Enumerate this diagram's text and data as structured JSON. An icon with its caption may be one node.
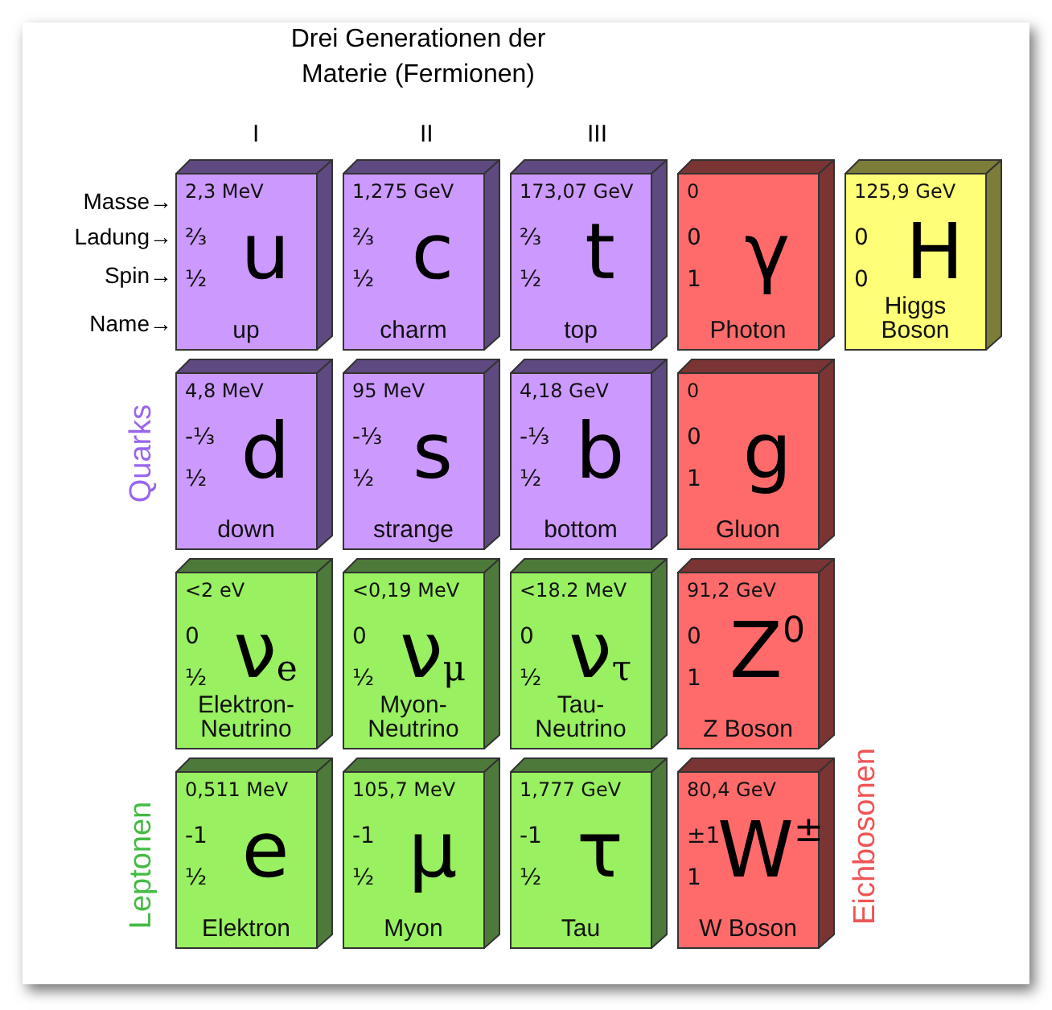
{
  "diagram": {
    "title": "Drei Generationen der Materie (Fermionen)",
    "nodes": [
      {
        "text": [
          "2,3 MeV",
          "⅔",
          "½",
          "u",
          "up"
        ]
      },
      {
        "text": [
          "1,275 GeV",
          "⅔",
          "½",
          "c",
          "charm"
        ]
      },
      {
        "text": [
          "173,07 GeV",
          "⅔",
          "½",
          "t",
          "top"
        ]
      },
      {
        "text": [
          "0",
          "0",
          "1",
          "γ",
          "Photon"
        ]
      },
      {
        "text": [
          "125,9 GeV",
          "0",
          "0",
          "H",
          "Higgs Boson"
        ]
      },
      {
        "text": [
          "4,8 MeV",
          "-⅓",
          "½",
          "d",
          "down"
        ]
      },
      {
        "text": [
          "95 MeV",
          "-⅓",
          "½",
          "s",
          "strange"
        ]
      },
      {
        "text": [
          "4,18 GeV",
          "-⅓",
          "½",
          "b",
          "bottom"
        ]
      },
      {
        "text": [
          "0",
          "0",
          "1",
          "g",
          "Gluon"
        ]
      },
      {
        "text": [
          "<2 eV",
          "0",
          "½",
          "ν$_{e}$",
          "Elektron-Neutrino"
        ]
      },
      {
        "text": [
          "<0,19 MeV",
          "0",
          "½",
          "ν$_{μ}$",
          "Myon-Neutrino"
        ]
      },
      {
        "text": [
          "<18.2 MeV",
          "0",
          "½",
          "ν$_{τ}$",
          "Tau-Neutrino"
        ]
      },
      {
        "text": [
          "91,2 GeV",
          "0",
          "1",
          "Z$^{0}$",
          "Z Boson"
        ]
      },
      {
        "text": [
          "0,511 MeV",
          "-1",
          "½",
          "e",
          "Elektron"
        ]
      },
      {
        "text": [
          "105,7 MeV",
          "-1",
          "½",
          "μ",
          "Myon"
        ]
      },
      {
        "text": [
          "1,777 GeV",
          "-1",
          "½",
          "τ",
          "Tau"
        ]
      },
      {
        "text": [
          "80,4 GeV",
          "±1",
          "1",
          "W$^{±}$",
          "W Boson"
        ]
      }
    ],
    "labels": [
      "I",
      "II",
      "III",
      "Masse→",
      "Ladung→",
      "Spin→",
      "Name→",
      "Quarks",
      "Leptonen",
      "Eichbosonen"
    ]
  }
}
